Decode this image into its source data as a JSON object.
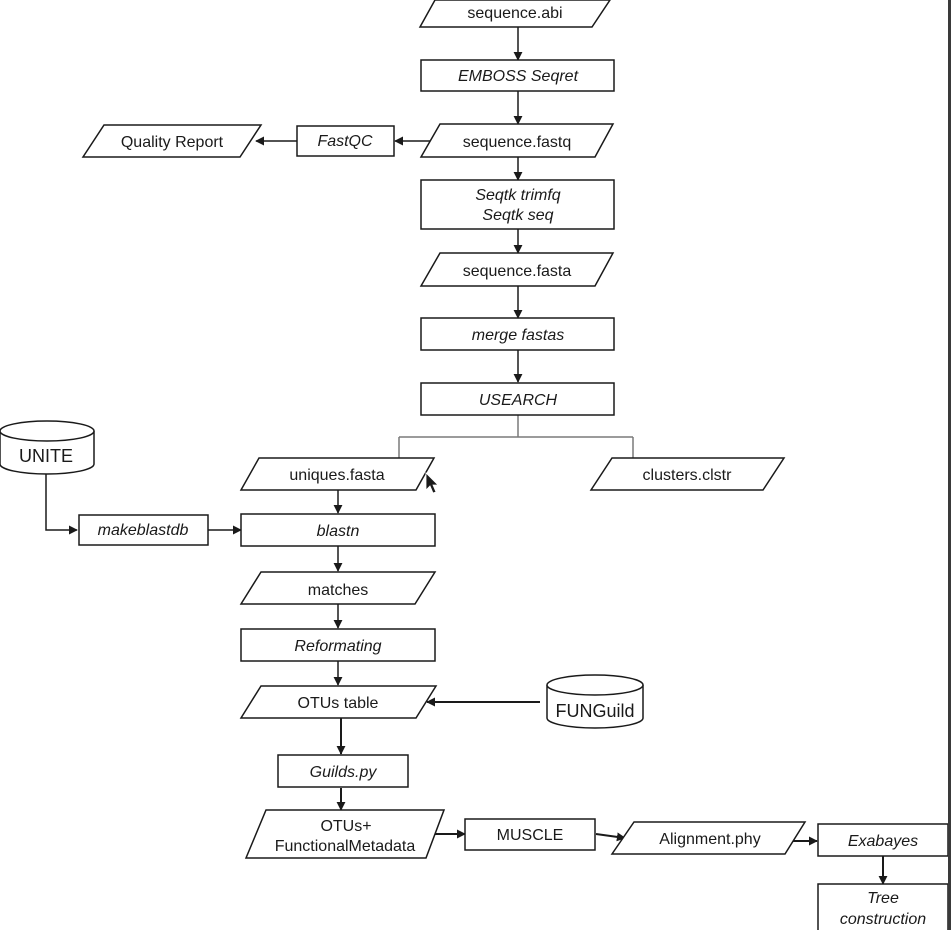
{
  "colors": {
    "background": "#ffffff",
    "stroke": "#1a1a1a",
    "text": "#1a1a1a",
    "branch_line": "#7a7a7a"
  },
  "nodes": {
    "sequence_abi": "sequence.abi",
    "emboss_seqret": "EMBOSS Seqret",
    "sequence_fastq": "sequence.fastq",
    "fastqc": "FastQC",
    "quality_report": "Quality Report",
    "seqtk_line1": "Seqtk trimfq",
    "seqtk_line2": "Seqtk seq",
    "sequence_fasta": "sequence.fasta",
    "merge_fastas": "merge fastas",
    "usearch": "USEARCH",
    "uniques_fasta": "uniques.fasta",
    "clusters_clstr": "clusters.clstr",
    "unite": "UNITE",
    "makeblastdb": "makeblastdb",
    "blastn": "blastn",
    "matches": "matches",
    "reformating": "Reformating",
    "otus_table": "OTUs table",
    "funguild": "FUNGuild",
    "guilds_py": "Guilds.py",
    "otus_meta_line1": "OTUs+",
    "otus_meta_line2": "FunctionalMetadata",
    "muscle": "MUSCLE",
    "alignment_phy": "Alignment.phy",
    "exabayes": "Exabayes",
    "tree_line1": "Tree",
    "tree_line2": "construction"
  }
}
